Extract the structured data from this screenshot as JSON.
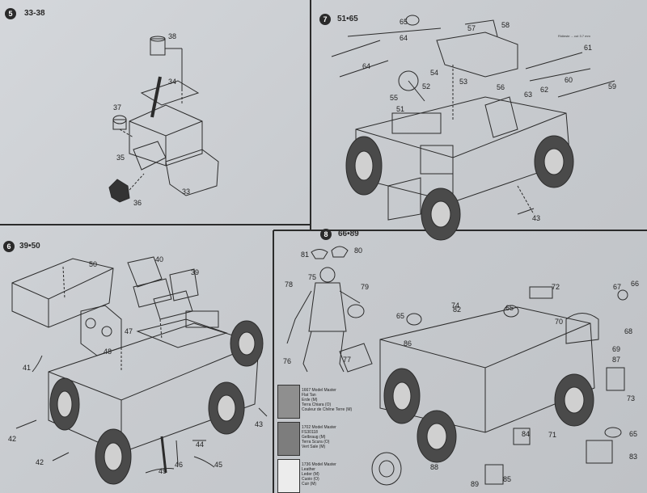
{
  "steps": [
    {
      "number": "5",
      "range": "33-38"
    },
    {
      "number": "6",
      "range": "39•50"
    },
    {
      "number": "7",
      "range": "51•65"
    },
    {
      "number": "8",
      "range": "66•89"
    }
  ],
  "part_labels": {
    "p38": "38",
    "p34": "34",
    "p37": "37",
    "p35": "35",
    "p33": "33",
    "p36": "36",
    "p50": "50",
    "p40": "40",
    "p39": "39",
    "p47": "47",
    "p48": "48",
    "p41": "41",
    "p42a": "42",
    "p42b": "42",
    "p43": "43",
    "p44": "44",
    "p45": "45",
    "p46": "46",
    "p49": "49",
    "p65a": "65",
    "p64": "64",
    "p57": "57",
    "p58": "58",
    "p61": "61",
    "p60": "60",
    "p59": "59",
    "p62": "62",
    "p63": "63",
    "p64b": "64",
    "p54": "54",
    "p53": "53",
    "p52": "52",
    "p56": "56",
    "p55": "55",
    "p51": "51",
    "p43b": "43",
    "p81": "81",
    "p80": "80",
    "p78": "78",
    "p75": "75",
    "p79": "79",
    "p76": "76",
    "p77": "77",
    "p72": "72",
    "p67": "67",
    "p66": "66",
    "p65b": "65",
    "p82": "82",
    "p74": "74",
    "p65c": "65",
    "p70": "70",
    "p68": "68",
    "p86": "86",
    "p69": "69",
    "p87": "87",
    "p73": "73",
    "p65d": "65",
    "p71": "71",
    "p84": "84",
    "p83": "83",
    "p88": "88",
    "p85": "85",
    "p89": "89"
  },
  "note_text": "Ridieste ... cut 3.7 mm",
  "paints": [
    {
      "swatch_color": "#8f8f8f",
      "lines": [
        "1667 Model Master",
        "Flat Tan",
        "Erde (M)",
        "Terra Chiara (O)",
        "Couleur de Chêne Terre (M)"
      ]
    },
    {
      "swatch_color": "#7d7d7d",
      "lines": [
        "1702 Model Master",
        "FS30118",
        "Gelbraug (M)",
        "Terra Scura (O)",
        "Vert Sale (M)"
      ]
    },
    {
      "swatch_color": "#ececec",
      "lines": [
        "1736 Model Master",
        "Leather",
        "Leder (M)",
        "Cuoio (O)",
        "Cuir (M)"
      ]
    }
  ]
}
